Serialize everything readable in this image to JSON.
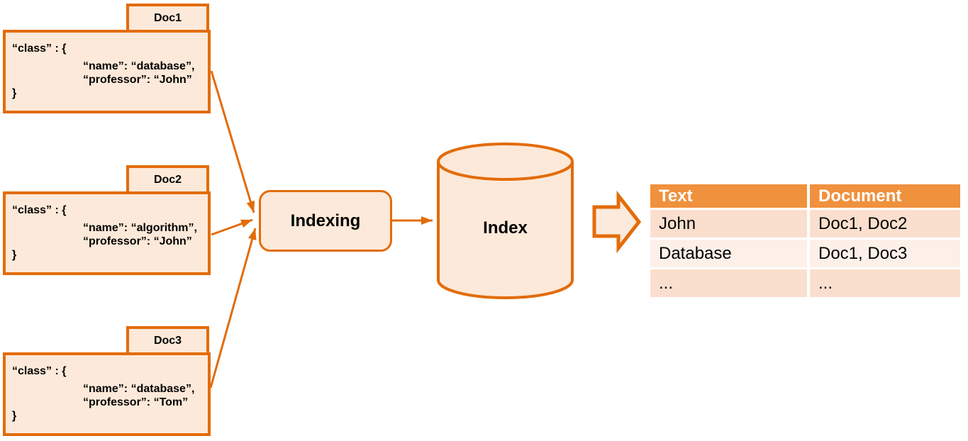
{
  "colors": {
    "shape_stroke": "#E36C0A",
    "shape_fill": "#FCE9D9",
    "table_header_bg": "#F0913D",
    "table_row_odd_bg": "#FBDFCE",
    "table_row_even_bg": "#FDF0E9",
    "table_header_text": "#FFFFFF",
    "text": "#000000"
  },
  "documents": [
    {
      "label": "Doc1",
      "line_open": "“class” : {",
      "field_name": "“name”: “database”,",
      "field_professor": "“professor”: “John”",
      "line_close": "}"
    },
    {
      "label": "Doc2",
      "line_open": "“class” : {",
      "field_name": "“name”: “algorithm”,",
      "field_professor": "“professor”: “John”",
      "line_close": "}"
    },
    {
      "label": "Doc3",
      "line_open": "“class” : {",
      "field_name": "“name”: “database”,",
      "field_professor": "“professor”: “Tom”",
      "line_close": "}"
    }
  ],
  "process_node": {
    "label": "Indexing"
  },
  "datastore_node": {
    "label": "Index"
  },
  "result_table": {
    "headers": [
      "Text",
      "Document"
    ],
    "rows": [
      [
        "John",
        "Doc1, Doc2"
      ],
      [
        "Database",
        "Doc1, Doc3"
      ],
      [
        "...",
        "..."
      ]
    ]
  }
}
